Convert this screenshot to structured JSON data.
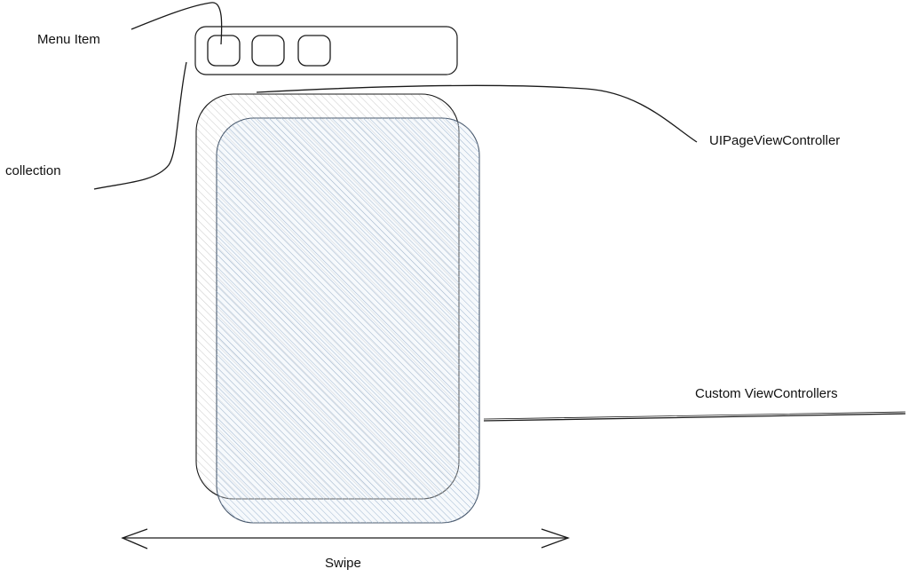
{
  "labels": {
    "menu_item": "Menu Item",
    "collection": "collection",
    "page_view_controller": "UIPageViewController",
    "custom_view_controllers": "Custom ViewControllers",
    "swipe": "Swipe"
  },
  "colors": {
    "stroke": "#1a1a1a",
    "hatch_back": "#c9c9c9",
    "hatch_front": "#9fb6cf",
    "front_fill": "#e6eef7",
    "front_stroke": "#4a5a6e"
  }
}
